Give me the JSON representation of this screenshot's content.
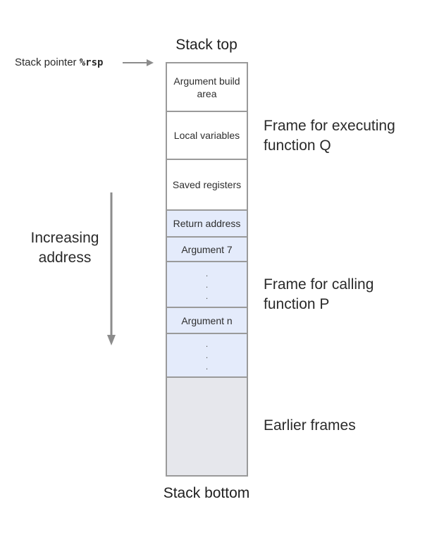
{
  "labels": {
    "stack_top": "Stack top",
    "stack_bottom": "Stack bottom",
    "stack_pointer_prefix": "Stack pointer ",
    "stack_pointer_reg": "%rsp",
    "increasing_address_line1": "Increasing",
    "increasing_address_line2": "address"
  },
  "cells": {
    "argument_build_area": "Argument build area",
    "local_variables": "Local variables",
    "saved_registers": "Saved registers",
    "return_address": "Return address",
    "argument_7": "Argument 7",
    "argument_n": "Argument n",
    "ellipsis_dot": "."
  },
  "frames": {
    "q_line1": "Frame for executing",
    "q_line2": "function Q",
    "p_line1": "Frame for calling",
    "p_line2": "function P",
    "earlier": "Earlier frames"
  },
  "colors": {
    "border": "#9a9a9a",
    "frame_q_fill": "#ffffff",
    "frame_p_fill": "#e4ebfb",
    "earlier_fill": "#e6e7ec",
    "arrow": "#8c8c8c"
  }
}
